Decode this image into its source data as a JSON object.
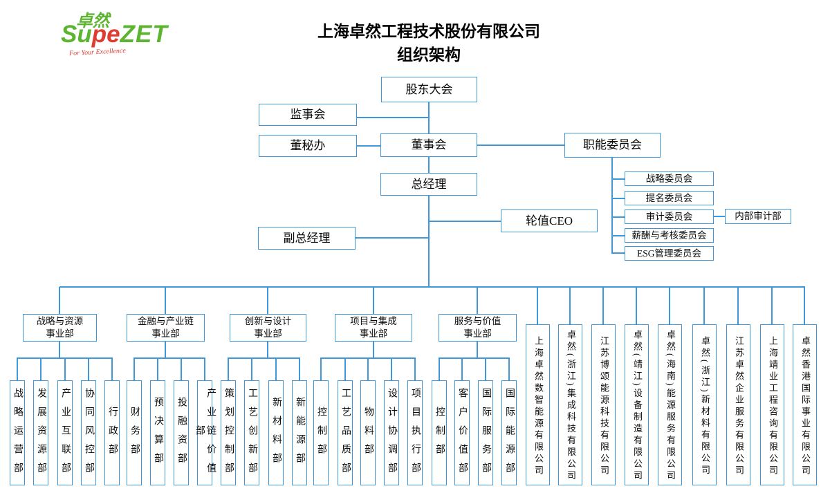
{
  "colors": {
    "line_blue": "#3d97d9",
    "logo_green": "#5cb431",
    "logo_red": "#e03c31",
    "text": "#000000"
  },
  "logo": {
    "mark": "卓然",
    "word_part1": "Su",
    "word_part2": "pe",
    "word_part3": "ZET",
    "tagline": "For Your Excellence"
  },
  "title": {
    "line1": "上海卓然工程技术股份有限公司",
    "line2": "组织架构"
  },
  "governance": {
    "shareholders_meeting": "股东大会",
    "supervisory_board": "监事会",
    "board_secretary_office": "董秘办",
    "board_of_directors": "董事会",
    "functional_committees": "职能委员会",
    "general_manager": "总经理",
    "rotating_ceo": "轮值CEO",
    "deputy_general_manager": "副总经理",
    "committees": [
      "战略委员会",
      "提名委员会",
      "审计委员会",
      "薪酬与考核委员会",
      "ESG管理委员会"
    ],
    "internal_audit_dept": "内部审计部"
  },
  "divisions": [
    {
      "line1": "战略与资源",
      "line2": "事业部",
      "departments": [
        "战略运营部",
        "发展资源部",
        "产业互联部",
        "协同风控部",
        "行政部"
      ]
    },
    {
      "line1": "金融与产业链",
      "line2": "事业部",
      "departments": [
        "财务部",
        "预决算部",
        "投融资部",
        "产业链价值部"
      ]
    },
    {
      "line1": "创新与设计",
      "line2": "事业部",
      "departments": [
        "策划控制部",
        "工艺创新部",
        "新材料部",
        "新能源部"
      ]
    },
    {
      "line1": "项目与集成",
      "line2": "事业部",
      "departments": [
        "控制部",
        "工艺品质部",
        "物料部",
        "设计协调部",
        "项目执行部"
      ]
    },
    {
      "line1": "服务与价值",
      "line2": "事业部",
      "departments": [
        "控制部",
        "客户价值部",
        "国际服务部",
        "国际能源部"
      ]
    }
  ],
  "subsidiaries": [
    "上海卓然数智能源有限公司",
    "卓然(浙江)集成科技有限公司",
    "江苏博颂能源科技有限公司",
    "卓然(靖江)设备制造有限公司",
    "卓然(海南)能源服务有限公司",
    "卓然(浙江)新材料有限公司",
    "江苏卓然企业服务有限公司",
    "上海靖业工程咨询有限公司",
    "卓然香港国际事业有限公司"
  ]
}
